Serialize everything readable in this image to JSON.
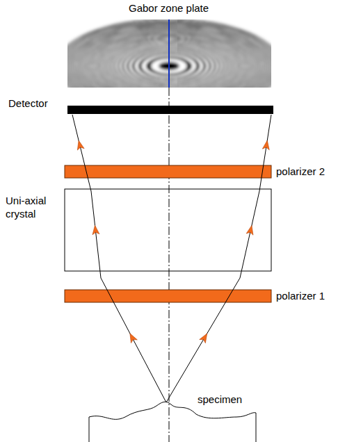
{
  "diagram": {
    "labels": [
      "Gabor zone plate",
      "Detector",
      "polarizer 2",
      "Uni-axial crystal",
      "polarizer 1",
      "specimen"
    ]
  }
}
